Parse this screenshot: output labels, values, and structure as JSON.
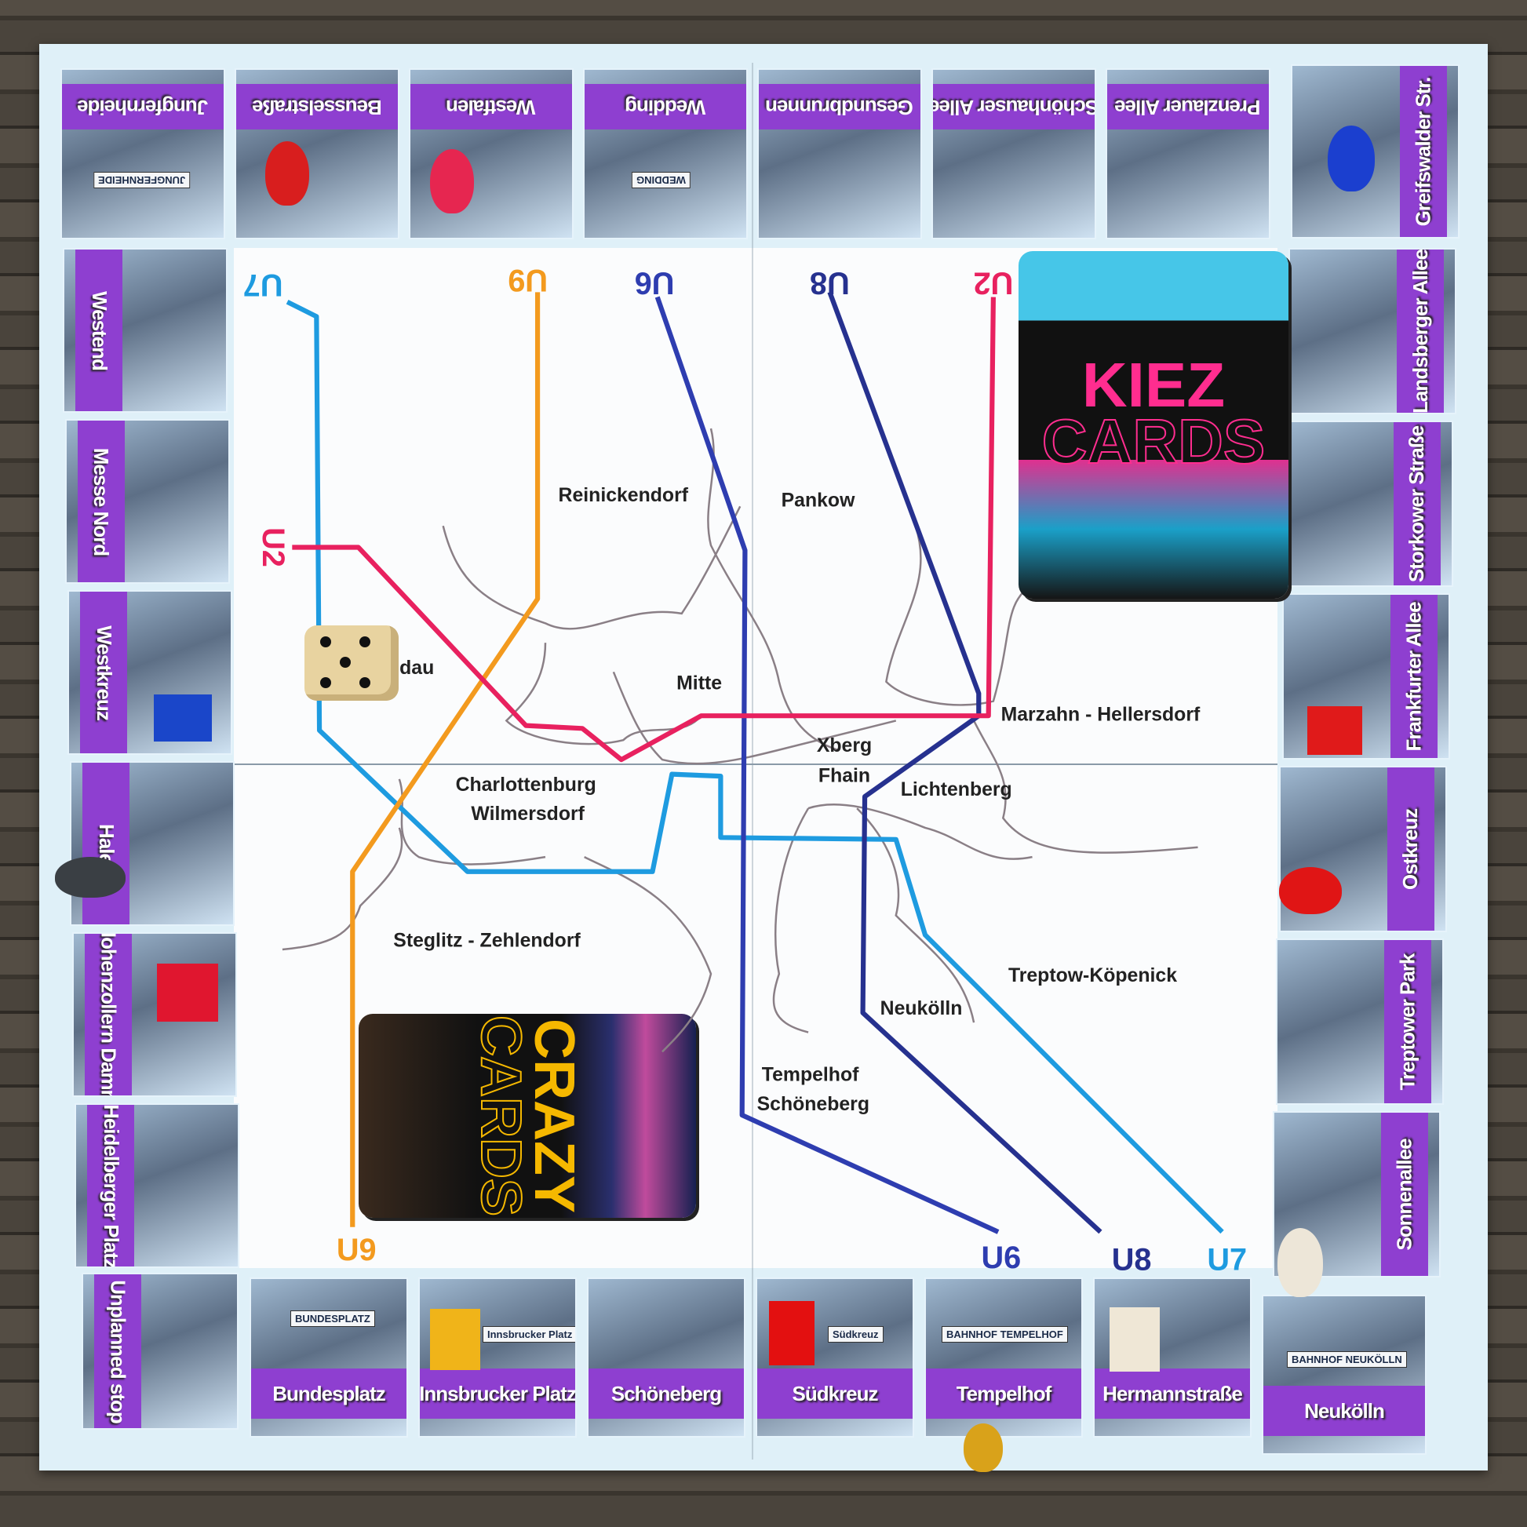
{
  "board": {
    "top_row": [
      "Jungfernheide",
      "Beusselstraße",
      "Westfalen",
      "Wedding",
      "Gesundbrunnen",
      "Schönhauser Allee",
      "Prenzlauer Allee"
    ],
    "top_right_corner": "Greifswalder Str.",
    "left_column": [
      "Westend",
      "Messe Nord",
      "Westkreuz",
      "Hale",
      "Hohenzollern Damm",
      "Heidelberger Platz"
    ],
    "bottom_left_corner": "Unplanned stop",
    "bottom_row": [
      "Bundesplatz",
      "Innsbrucker Platz",
      "Schöneberg",
      "Südkreuz",
      "Tempelhof",
      "Hermannstraße"
    ],
    "bottom_right_corner": "Neukölln",
    "right_column": [
      "Landsberger Allee",
      "Storkower Straße",
      "Frankfurter Allee",
      "Ostkreuz",
      "Treptower Park",
      "Sonnenallee"
    ]
  },
  "photo_signs": {
    "jungfernheide": "JUNGFERNHEIDE",
    "wedding": "WEDDING",
    "bundesplatz": "BUNDESPLATZ",
    "innsbrucker": "Innsbrucker Platz",
    "suedkreuz": "Südkreuz",
    "tempelhof": "BAHNHOF TEMPELHOF",
    "neukoelln": "BAHNHOF NEUKÖLLN"
  },
  "districts": {
    "reinickendorf": "Reinickendorf",
    "pankow": "Pankow",
    "spandau": "dau",
    "mitte": "Mitte",
    "marzahn": "Marzahn - Hellersdorf",
    "xberg": "Xberg",
    "fhain": "Fhain",
    "lichtenberg": "Lichtenberg",
    "charlottenburg": "Charlottenburg",
    "wilmersdorf": "Wilmersdorf",
    "steglitz": "Steglitz - Zehlendorf",
    "treptow": "Treptow-Köpenick",
    "neukoelln": "Neukölln",
    "tempelhof": "Tempelhof",
    "schoeneberg": "Schöneberg"
  },
  "lines": {
    "u7": {
      "label": "U7",
      "color": "#1e9be0"
    },
    "u9": {
      "label": "U9",
      "color": "#f39a1e"
    },
    "u6": {
      "label": "U6",
      "color": "#2e3db0"
    },
    "u8": {
      "label": "U8",
      "color": "#26318f"
    },
    "u2": {
      "label": "U2",
      "color": "#e8215f"
    }
  },
  "cards": {
    "kiez": {
      "line1": "KIEZ",
      "line2": "CARDS"
    },
    "crazy": {
      "line1": "CRAZY",
      "line2": "CARDS"
    }
  },
  "dice_value": 5,
  "colors": {
    "band": "#8e3fd0",
    "board": "#dff0f8"
  }
}
